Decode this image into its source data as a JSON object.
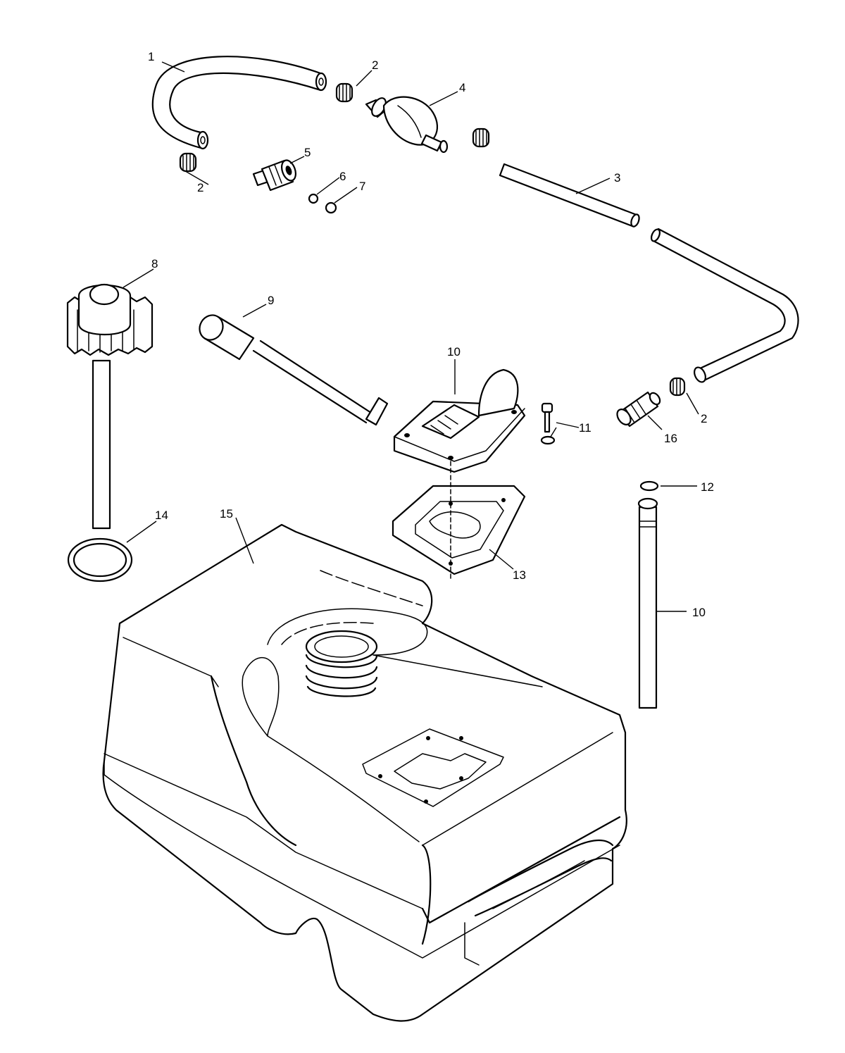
{
  "callouts": [
    {
      "id": "c1",
      "text": "1"
    },
    {
      "id": "c2a",
      "text": "2"
    },
    {
      "id": "c2b",
      "text": "2"
    },
    {
      "id": "c2c",
      "text": "2"
    },
    {
      "id": "c3",
      "text": "3"
    },
    {
      "id": "c4",
      "text": "4"
    },
    {
      "id": "c5",
      "text": "5"
    },
    {
      "id": "c6",
      "text": "6"
    },
    {
      "id": "c7",
      "text": "7"
    },
    {
      "id": "c8",
      "text": "8"
    },
    {
      "id": "c9",
      "text": "9"
    },
    {
      "id": "c10a",
      "text": "10"
    },
    {
      "id": "c10b",
      "text": "10"
    },
    {
      "id": "c11",
      "text": "11"
    },
    {
      "id": "c12",
      "text": "12"
    },
    {
      "id": "c13",
      "text": "13"
    },
    {
      "id": "c14",
      "text": "14"
    },
    {
      "id": "c15",
      "text": "15"
    },
    {
      "id": "c16",
      "text": "16"
    }
  ]
}
